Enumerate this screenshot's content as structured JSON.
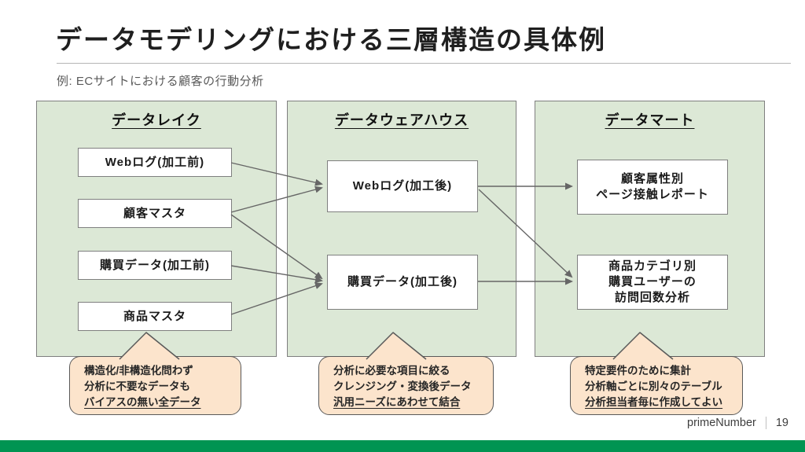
{
  "title": "データモデリングにおける三層構造の具体例",
  "subtitle": "例: ECサイトにおける顧客の行動分析",
  "panels": [
    {
      "header": "データレイク",
      "boxes": [
        [
          "Webログ(加工前)"
        ],
        [
          "顧客マスタ"
        ],
        [
          "購買データ(加工前)"
        ],
        [
          "商品マスタ"
        ]
      ],
      "callout": [
        "構造化/非構造化問わず",
        "分析に不要なデータも",
        "バイアスの無い全データ"
      ]
    },
    {
      "header": "データウェアハウス",
      "boxes": [
        [
          "Webログ(加工後)"
        ],
        [
          "購買データ(加工後)"
        ]
      ],
      "callout": [
        "分析に必要な項目に絞る",
        "クレンジング・変換後データ",
        "汎用ニーズにあわせて結合"
      ]
    },
    {
      "header": "データマート",
      "boxes": [
        [
          "顧客属性別",
          "ページ接触レポート"
        ],
        [
          "商品カテゴリ別",
          "購買ユーザーの",
          "訪問回数分析"
        ]
      ],
      "callout": [
        "特定要件のために集計",
        "分析軸ごとに別々のテーブル",
        "分析担当者毎に作成してよい"
      ]
    }
  ],
  "footer": {
    "brand": "primeNumber",
    "page": "19"
  },
  "colors": {
    "panel_fill": "#dce8d6",
    "panel_border": "#7f7f7f",
    "callout_fill": "#fce4cc",
    "callout_border": "#595959",
    "arrow": "#666666",
    "footer_bar_green": "#009452"
  }
}
